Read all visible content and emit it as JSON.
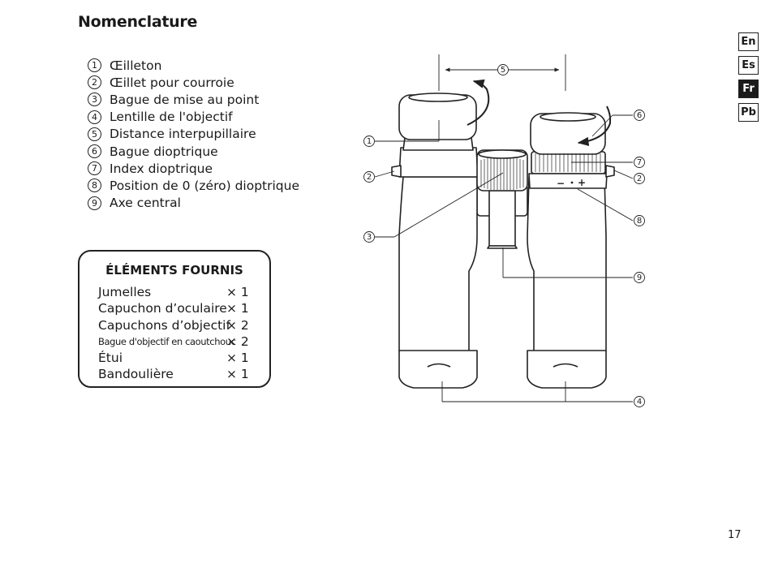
{
  "page": {
    "title": "Nomenclature",
    "page_number": "17"
  },
  "parts": [
    {
      "num": "1",
      "label": "Œilleton"
    },
    {
      "num": "2",
      "label": "Œillet pour courroie"
    },
    {
      "num": "3",
      "label": "Bague de mise au point"
    },
    {
      "num": "4",
      "label": "Lentille de l'objectif"
    },
    {
      "num": "5",
      "label": "Distance interpupillaire"
    },
    {
      "num": "6",
      "label": "Bague dioptrique"
    },
    {
      "num": "7",
      "label": "Index dioptrique"
    },
    {
      "num": "8",
      "label": "Position de 0 (zéro) dioptrique"
    },
    {
      "num": "9",
      "label": "Axe central"
    }
  ],
  "supplied": {
    "title": "ÉLÉMENTS FOURNIS",
    "items": [
      {
        "name": "Jumelles",
        "qty": "× 1"
      },
      {
        "name": "Capuchon d’oculaire",
        "qty": "× 1"
      },
      {
        "name": "Capuchons d’objectif",
        "qty": "× 2"
      },
      {
        "name": "Bague d'objectif en caoutchouc",
        "qty": "× 2"
      },
      {
        "name": "Étui",
        "qty": "× 1"
      },
      {
        "name": "Bandoulière",
        "qty": "× 1"
      }
    ]
  },
  "languages": [
    "En",
    "Es",
    "Fr",
    "Pb"
  ],
  "active_language": "Fr",
  "diagram": {
    "callouts": [
      "1",
      "2",
      "3",
      "4",
      "5",
      "6",
      "7",
      "8",
      "9",
      "2"
    ],
    "diopter_minus": "−",
    "diopter_plus": "+"
  }
}
